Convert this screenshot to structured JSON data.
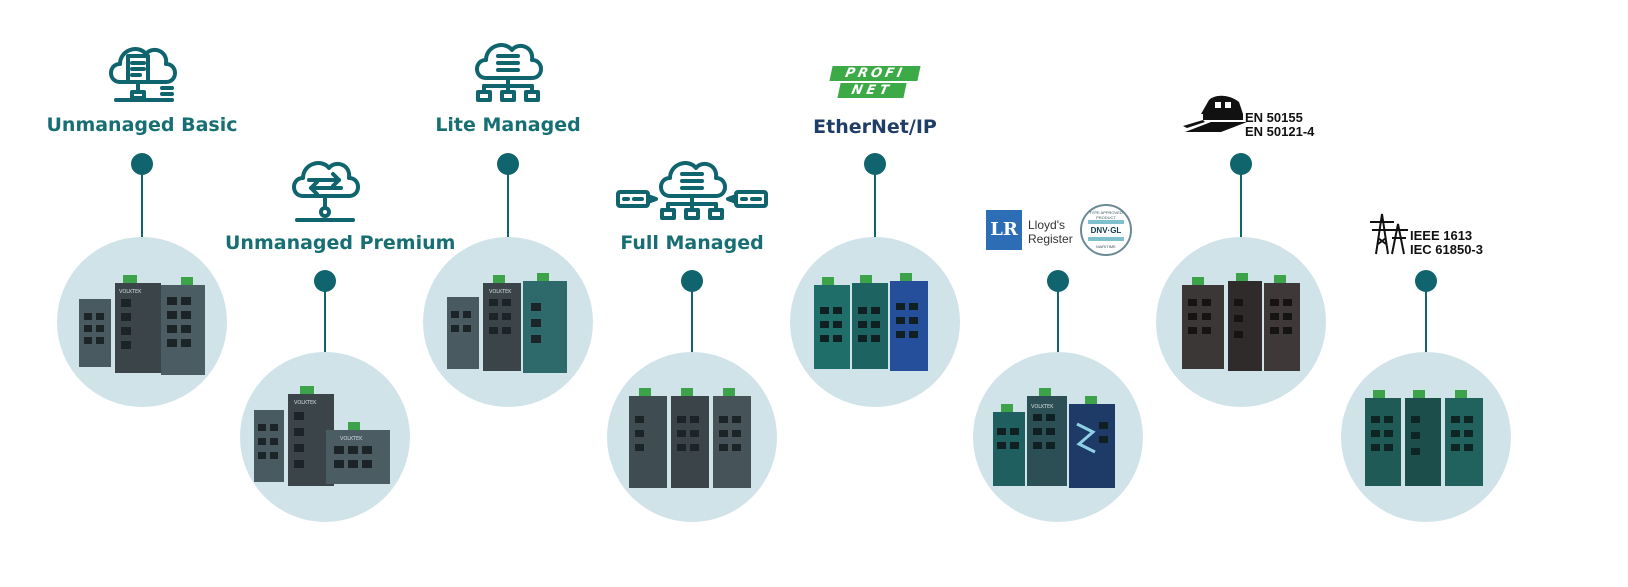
{
  "colors": {
    "teal": "#176f73",
    "dark_teal": "#0f646d",
    "circle_bg": "#d0e3e8",
    "profinet_green": "#3cab47"
  },
  "tiers": [
    {
      "label": "Unmanaged Basic",
      "icon": "cloud-document-network-icon"
    },
    {
      "label": "Unmanaged Premium",
      "icon": "cloud-arrows-network-icon"
    },
    {
      "label": "Lite Managed",
      "icon": "cloud-server-network-icon"
    },
    {
      "label": "Full Managed",
      "icon": "cloud-server-network-wide-icon"
    }
  ],
  "certifications": {
    "profinet": {
      "line1": "PROFI",
      "line2": "NET"
    },
    "ethernetip": "EtherNet/IP",
    "lloyds": {
      "line1": "Lloyd's",
      "line2": "Register",
      "mark": "LR"
    },
    "dnv": {
      "top": "TYPE APPROVED PRODUCT",
      "name": "DNV·GL",
      "bottom": "MARITIME"
    },
    "rail": {
      "line1": "EN 50155",
      "line2": "EN 50121-4"
    },
    "power": {
      "line1": "IEEE 1613",
      "line2": "IEC 61850-3"
    }
  },
  "brand": "VOLKTEK"
}
